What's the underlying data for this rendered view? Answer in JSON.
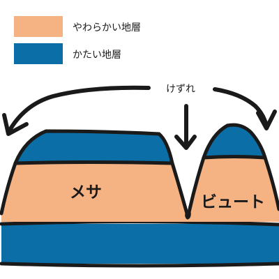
{
  "colors": {
    "soft": "#F5B282",
    "hard": "#0B6EA6",
    "ink": "#1A1A1A"
  },
  "legend": {
    "soft_label": "やわらかい地層",
    "hard_label": "かたい地層"
  },
  "erosion_label": "けずれ",
  "landform_labels": {
    "mesa": "メサ",
    "butte": "ビュート"
  }
}
